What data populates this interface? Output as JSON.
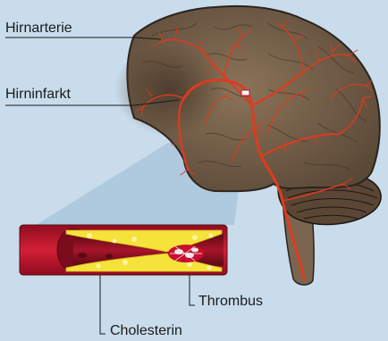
{
  "labels": {
    "hirnarterie": "Hirnarterie",
    "hirninfarkt": "Hirninfarkt",
    "thrombus": "Thrombus",
    "cholesterin": "Cholesterin"
  },
  "colors": {
    "background": "#c9dcec",
    "brain": "#6e5a46",
    "brain_outline": "#2b241d",
    "artery": "#e03a1e",
    "vessel_wall": "#b7142a",
    "cholesterol": "#f5e23a",
    "thrombus": "#c8102e",
    "magnifier_cone": "#aac6dc"
  }
}
